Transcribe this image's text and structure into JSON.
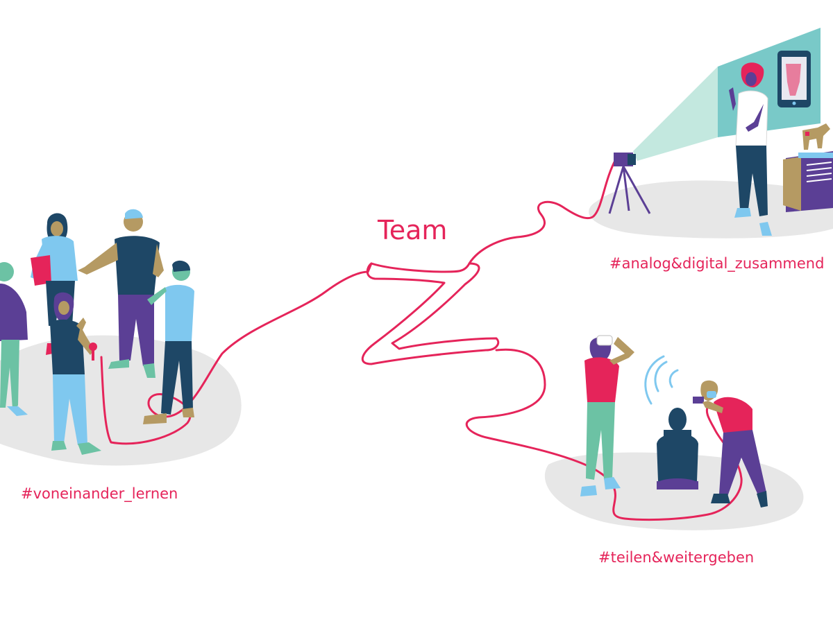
{
  "title": "Team",
  "hashtags": {
    "left": "#voneinander_lernen",
    "top_right": "#analog&digital_zusammend",
    "bottom_right": "#teilen&weitergeben"
  },
  "colors": {
    "accent_red": "#e5245a",
    "navy": "#1e4766",
    "purple": "#5b3f95",
    "light_blue": "#7fc8ef",
    "mint": "#6cc2a4",
    "skin_tan": "#b59a63",
    "shadow_gray": "#e6e6e6",
    "beam_teal": "#b9e4d9",
    "screen_teal": "#79c9c8"
  }
}
